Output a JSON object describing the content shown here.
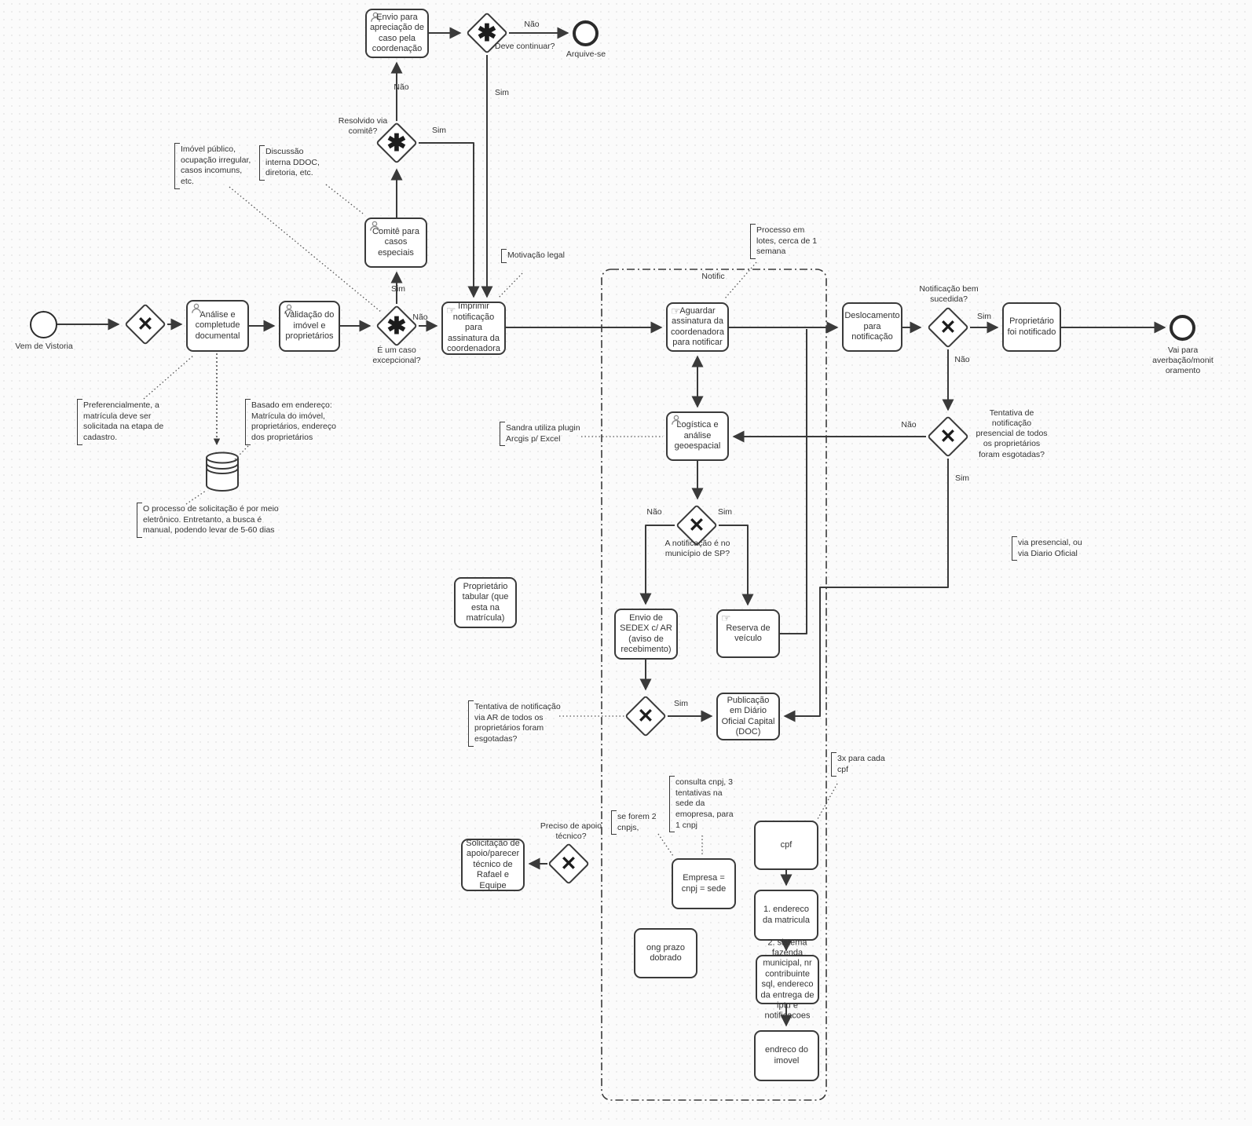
{
  "colors": {
    "stroke": "#3a3a3a",
    "node_fill": "#ffffff",
    "canvas": "#fbfbfb",
    "icon_gray": "#8f8f8f"
  },
  "labels": {
    "sim": "Sim",
    "nao": "Não"
  },
  "glyphs": {
    "exclusive_gateway": "✕",
    "complex_gateway": "✱",
    "manual_task": "☞"
  },
  "group": {
    "label": "Notific"
  },
  "events": {
    "start": {
      "label": "Vem de Vistoria"
    },
    "end_arquive": {
      "label": "Arquive-se"
    },
    "end_final": {
      "label": "Vai para averbação/monit oramento"
    }
  },
  "tasks": {
    "analise": "Análise e completude documental",
    "validacao": "Validação do imóvel e proprietários",
    "comite": "Comitê para casos especiais",
    "envio_apreciacao": "Envio para apreciação de caso pela coordenação",
    "imprimir": "Imprimir notificação para assinatura da coordenadora",
    "aguardar": "Aguardar assinatura da coordenadora para notificar",
    "deslocamento": "Deslocamento para notificação",
    "proprietario_notificado": "Proprietário foi notificado",
    "logistica": "Logística e análise geoespacial",
    "sedex": "Envio de SEDEX c/ AR (aviso de recebimento)",
    "reserva": "Reserva de veículo",
    "publicacao": "Publicação em Diário Oficial Capital (DOC)",
    "prop_tabular": "Proprietário tabular (que esta na matrícula)",
    "solicitacao": "Solicitação de apoio/parecer técnico de Rafael e Equipe",
    "empresa": "Empresa = cnpj = sede",
    "ong": "ong prazo dobrado",
    "cpf": "cpf",
    "endereco_matricula": "1. endereco da matricula",
    "sistema_fazenda": "2. sistema fazenda municipal, nr contribuinte sql, endereco da entrega de iptu e notificacoes",
    "endereco_imovel": "endreco do imovel"
  },
  "gateway_questions": {
    "excepcional": "É um caso excepcional?",
    "resolvido_comite": "Resolvido via comitê?",
    "deve_continuar": "Deve continuar?",
    "notificacao_sucedida": "Notificação bem sucedida?",
    "presencial_esgotada": "Tentativa de notificação presencial de todos os proprietários foram esgotadas?",
    "municipio_sp": "A notificação é no município de SP?",
    "apoio_tecnico": "Preciso de apoio técnico?"
  },
  "annotations": {
    "imovel_publico": "Imóvel público, ocupação irregular, casos incomuns, etc.",
    "discussao_interna": "Discussão interna DDOC, diretoria, etc.",
    "motivacao_legal": "Motivação legal",
    "processo_lotes": "Processo em lotes, cerca de 1 semana",
    "preferencialmente": "Preferencialmente, a matrícula deve ser solicitada na etapa de cadastro.",
    "basado_endereco": "Basado em endereço: Matrícula do imóvel, proprietários, endereço dos proprietários",
    "processo_eletronico": "O processo de solicitação é por meio eletrônico. Entretanto, a busca é manual, podendo levar de 5-60 dias",
    "sandra_plugin": "Sandra utiliza plugin Arcgis p/ Excel",
    "tentativa_ar": "Tentativa de notificação via AR de todos os proprietários foram esgotadas?",
    "via_presencial": "via presencial, ou via Diario Oficial",
    "se_forem": "se forem 2 cnpjs,",
    "consulta_cnpj": "consulta cnpj, 3 tentativas na sede da emopresa, para 1 cnpj",
    "tres_x": "3x para cada cpf"
  }
}
